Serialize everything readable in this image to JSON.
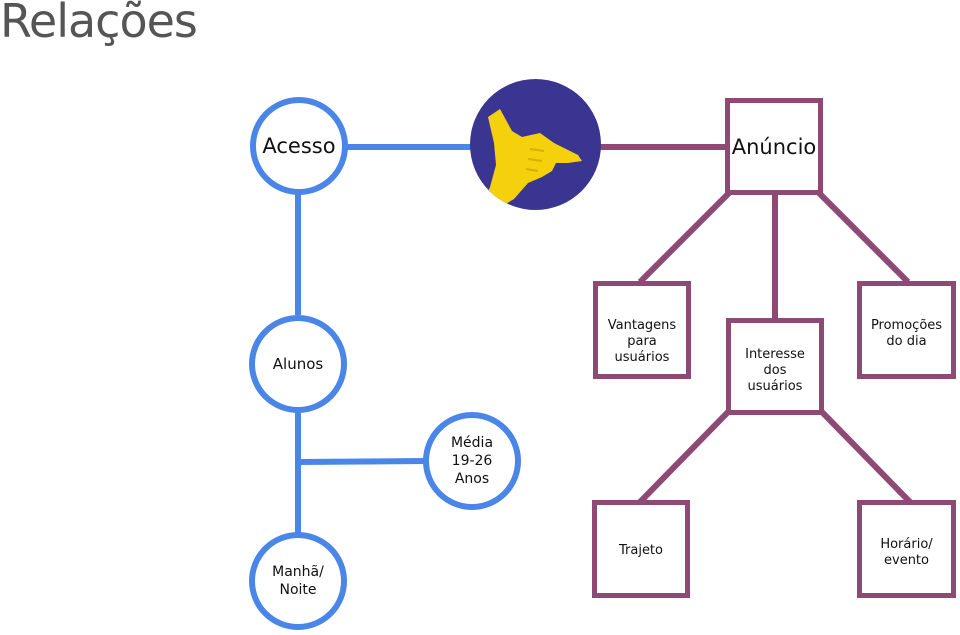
{
  "title": "Relações",
  "colors": {
    "blue": "#4a86e8",
    "purple": "#8e4a74",
    "navy": "#3a3591",
    "yellow": "#f5d00c"
  },
  "emblem": {
    "icon": "shaka-hand-icon"
  },
  "nodes": {
    "acesso": "Acesso",
    "anuncio": "Anúncio",
    "alunos": "Alunos",
    "media": [
      "Média",
      "19-26",
      "Anos"
    ],
    "manha": [
      "Manhã/",
      "Noite"
    ],
    "vantagens": [
      "Vantagens",
      "para usuários"
    ],
    "interesse": [
      "Interesse",
      "dos",
      "usuários"
    ],
    "promocoes": [
      "Promoções",
      "do dia"
    ],
    "trajeto": "Trajeto",
    "horario": [
      "Horário/",
      "evento"
    ]
  }
}
